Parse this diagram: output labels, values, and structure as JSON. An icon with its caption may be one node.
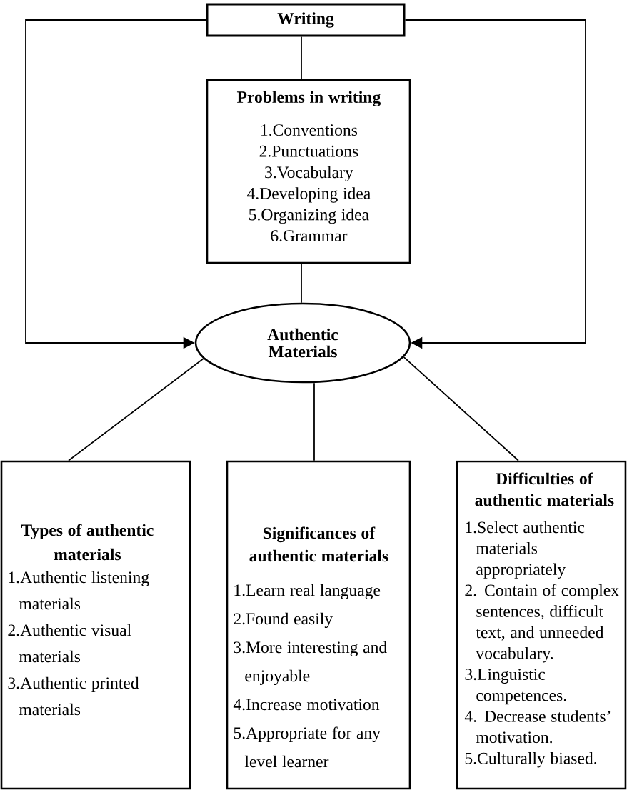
{
  "diagram": {
    "nodes": [
      {
        "text": [
          "Writing"
        ]
      },
      {
        "text": [
          "Problems in writing",
          "1.Conventions",
          "2.Punctuations",
          "3.Vocabulary",
          "4.Developing idea",
          "5.Organizing idea",
          "6.Grammar"
        ]
      },
      {
        "text": [
          "Authentic Materials"
        ]
      },
      {
        "text": [
          "Types of authentic materials",
          "1.Authentic listening materials",
          "2.Authentic visual materials",
          "3.Authentic printed materials"
        ]
      },
      {
        "text": [
          "Significances of authentic materials",
          "1.Learn real language",
          "2.Found easily",
          "3.More interesting and enjoyable",
          "4.Increase motivation",
          "5.Appropriate for any level learner"
        ]
      },
      {
        "text": [
          "Difficulties of authentic materials",
          "1.Select authentic materials appropriately",
          "2. Contain of complex sentences, difficult text, and unneeded vocabulary.",
          "3.Linguistic competences.",
          "4. Decrease students’ motivation.",
          "5.Culturally biased."
        ]
      }
    ],
    "edges": [
      {
        "from": 0,
        "to": 1,
        "arrow": "none"
      },
      {
        "from": 0,
        "to": 2,
        "arrow": "to"
      },
      {
        "from": 0,
        "to": 2,
        "arrow": "to"
      },
      {
        "from": 1,
        "to": 2,
        "arrow": "none"
      },
      {
        "from": 2,
        "to": 3,
        "arrow": "none"
      },
      {
        "from": 2,
        "to": 4,
        "arrow": "none"
      },
      {
        "from": 2,
        "to": 5,
        "arrow": "none"
      }
    ]
  }
}
